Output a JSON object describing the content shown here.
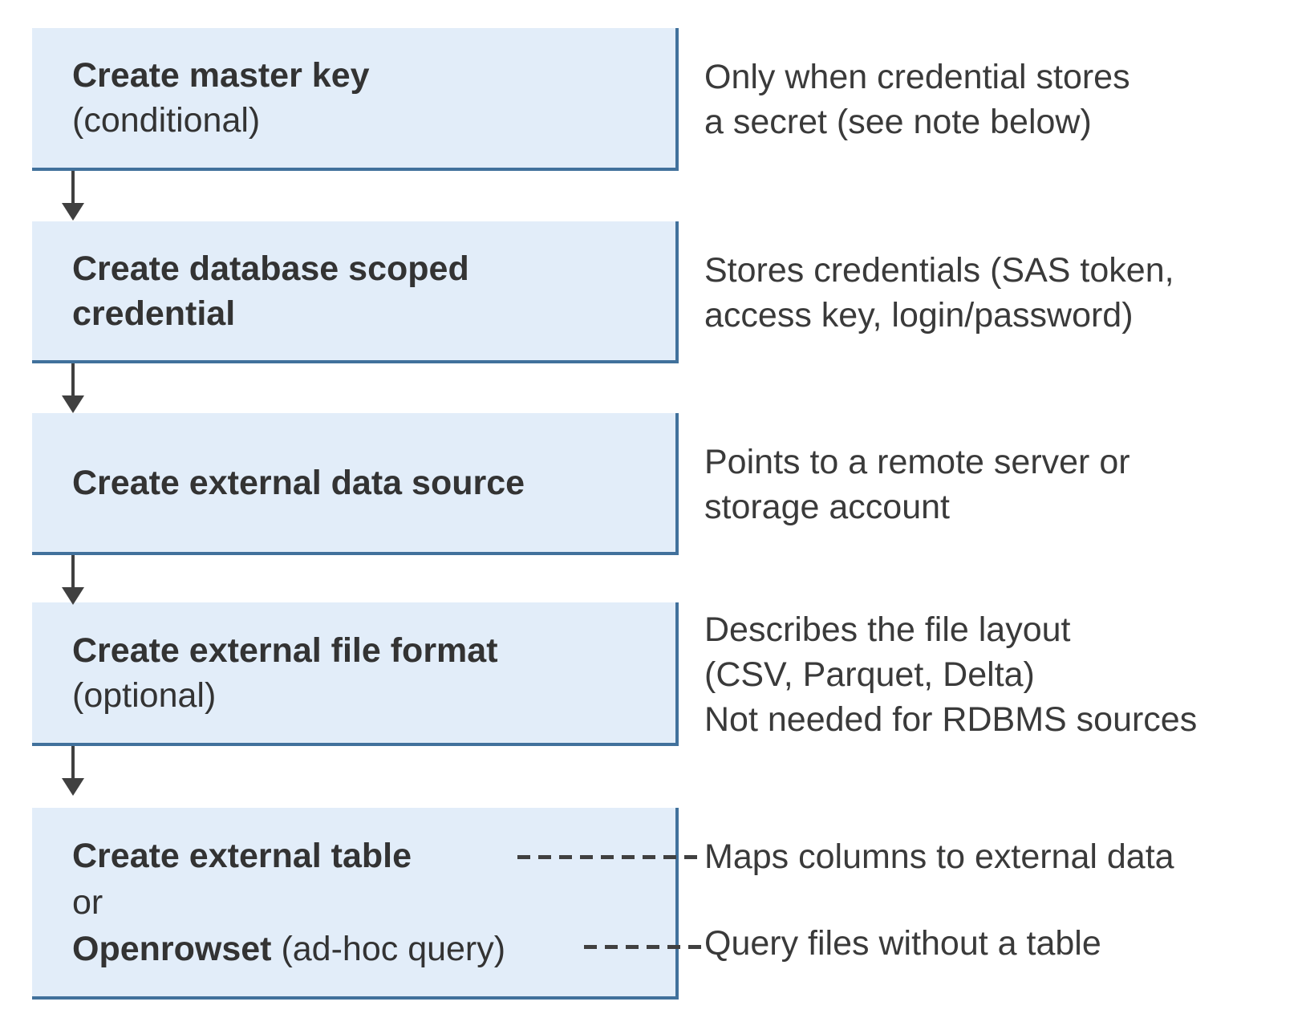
{
  "diagram": {
    "description": "Flow of steps to query external data, each step annotated on the right"
  },
  "colors": {
    "box_fill": "#E2EDF9",
    "box_border": "#41719C",
    "arrow": "#404040",
    "text": "#333333",
    "annotation_text": "#3A3A3A",
    "background": "#FFFFFF"
  },
  "steps": [
    {
      "title": "Create master key",
      "subtitle": "(conditional)",
      "annotation": "Only when credential stores\na secret (see note below)"
    },
    {
      "title": "Create database scoped\ncredential",
      "annotation": "Stores credentials (SAS token,\naccess key, login/password)"
    },
    {
      "title": "Create external data source",
      "annotation": "Points to a remote server or\nstorage account"
    },
    {
      "title": "Create external file format",
      "subtitle": "(optional)",
      "annotation": "Describes the file layout\n(CSV, Parquet, Delta)\nNot needed for RDBMS sources"
    },
    {
      "title": "Create external table",
      "or_label": "or",
      "alt_title": "Openrowset",
      "alt_suffix": " (ad-hoc query)",
      "annotation_table": "Maps columns to external data",
      "annotation_openrowset": "Query files without a table"
    }
  ]
}
